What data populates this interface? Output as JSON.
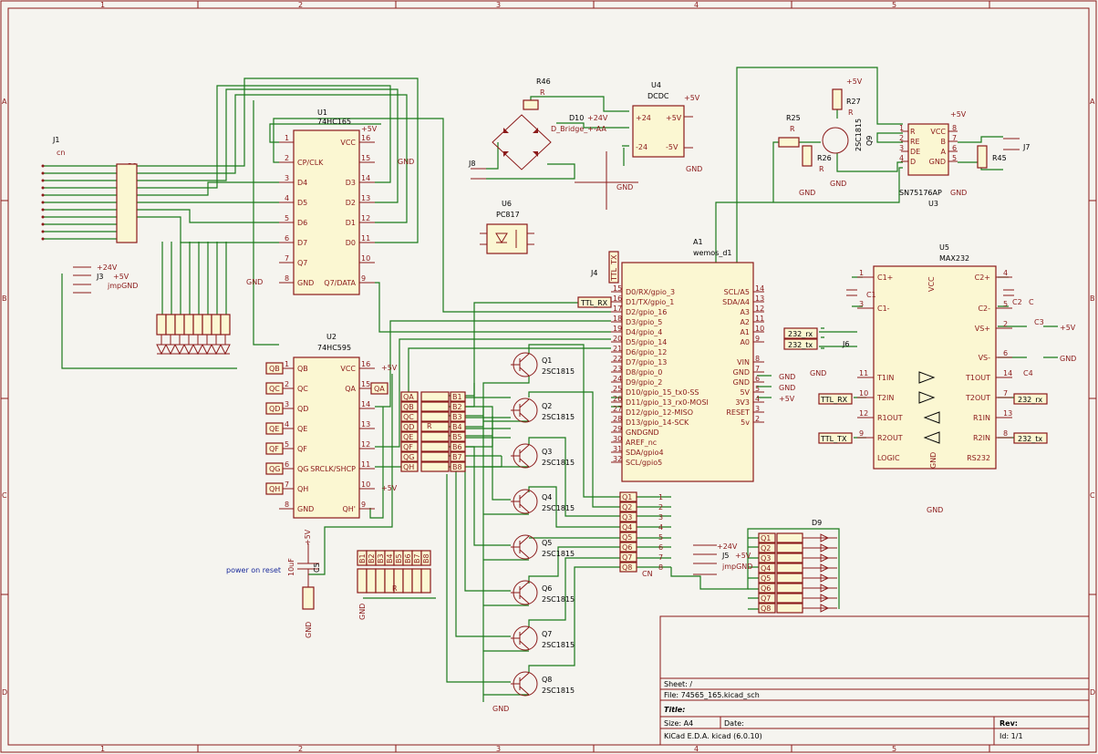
{
  "sheet": {
    "zones_cols": [
      "1",
      "2",
      "3",
      "4",
      "5"
    ],
    "zones_rows": [
      "A",
      "B",
      "C",
      "D"
    ]
  },
  "title_block": {
    "sheet_label": "Sheet: /",
    "file_label": "File: 74565_165.kicad_sch",
    "title_label": "Title:",
    "size_label": "Size: A4",
    "date_label": "Date:",
    "rev_label": "Rev:",
    "tool_label": "KiCad E.D.A.  kicad (6.0.10)",
    "id_label": "Id: 1/1"
  },
  "components": {
    "j1": {
      "ref": "J1",
      "value": "cn"
    },
    "j3": {
      "ref": "J3",
      "pins": [
        "+24V",
        "+5V",
        "jmpGND"
      ]
    },
    "j5": {
      "ref": "J5",
      "pins": [
        "+24V",
        "+5V",
        "jmpGND"
      ]
    },
    "j4": {
      "ref": "J4",
      "net": "TTL_TX"
    },
    "j8": {
      "ref": "J8"
    },
    "j7": {
      "ref": "J7"
    },
    "j6": {
      "ref": "J6",
      "nets": [
        "232_rx",
        "232_tx"
      ]
    },
    "u1": {
      "ref": "U1",
      "value": "74HC165",
      "left_pins": [
        "1",
        "2",
        "3",
        "4",
        "5",
        "6",
        "7",
        "8"
      ],
      "left_labels": [
        "",
        "CP/CLK",
        "D4",
        "D5",
        "D6",
        "D7",
        "Q7",
        "GND"
      ],
      "right_pins": [
        "16",
        "15",
        "14",
        "13",
        "12",
        "11",
        "10",
        "9"
      ],
      "right_labels": [
        "VCC",
        "",
        "D3",
        "D2",
        "D1",
        "D0",
        "",
        "Q7/DATA"
      ]
    },
    "u2": {
      "ref": "U2",
      "value": "74HC595",
      "left_labels": [
        "QB",
        "QC",
        "QD",
        "QE",
        "QF",
        "QG",
        "QH",
        "GND"
      ],
      "left_pins": [
        "1",
        "2",
        "3",
        "4",
        "5",
        "6",
        "7",
        "8"
      ],
      "right_labels": [
        "VCC",
        "QA",
        "",
        "",
        "",
        "SRCLK/SHCP",
        "",
        "QH'"
      ],
      "right_pins": [
        "16",
        "15",
        "14",
        "13",
        "12",
        "11",
        "10",
        "9"
      ],
      "net_tags": [
        "QB",
        "QC",
        "QD",
        "QE",
        "QF",
        "QG",
        "QH"
      ],
      "qa_tag": "QA"
    },
    "u4": {
      "ref": "U4",
      "value": "DCDC",
      "pins": [
        "+24",
        "+5V",
        "-24",
        "-5V"
      ]
    },
    "u6": {
      "ref": "U6",
      "value": "PC817"
    },
    "u3": {
      "ref": "U3",
      "value": "SN75176AP",
      "left": [
        "R",
        "RE",
        "DE",
        "D"
      ],
      "right": [
        "VCC",
        "B",
        "A",
        "GND"
      ]
    },
    "u5": {
      "ref": "U5",
      "value": "MAX232",
      "left": [
        "C1+",
        "C1-",
        "T1IN",
        "T2IN",
        "R1OUT",
        "R2OUT",
        "LOGIC"
      ],
      "right": [
        "C2+",
        "C2-",
        "VS+",
        "VS-",
        "T1OUT",
        "T2OUT",
        "R1IN",
        "R2IN",
        "RS232"
      ],
      "pin_vcc": "VCC",
      "pin_gnd": "GND"
    },
    "a1": {
      "ref": "A1",
      "value": "wemos_d1",
      "left": [
        "D0/RX/gpio_3",
        "D1/TX/gpio_1",
        "D2/gpio_16",
        "D3/gpio_5",
        "D4/gpio_4",
        "D5/gpio_14",
        "D6/gpio_12",
        "D7/gpio_13",
        "D8/gpio_0",
        "D9/gpio_2",
        "D10/gpio_15_tx0-SS",
        "D11/gpio_13_rx0-MOSI",
        "D12/gpio_12-MISO",
        "D13/gpio_14-SCK",
        "GNDGND",
        "AREF_nc",
        "SDA/gpio4",
        "SCL/gpio5"
      ],
      "right": [
        "SCL/A5",
        "SDA/A4",
        "A3",
        "A2",
        "A1",
        "A0",
        "",
        "VIN",
        "GND",
        "GND",
        "5V",
        "3V3",
        "RESET",
        "5v"
      ]
    },
    "transistors": [
      "Q1",
      "Q2",
      "Q3",
      "Q4",
      "Q5",
      "Q6",
      "Q7",
      "Q8"
    ],
    "transistor_value": "2SC1815",
    "q9": {
      "ref": "Q9",
      "value": "2SC1815"
    },
    "resistors": {
      "r46": {
        "ref": "R46",
        "value": "R"
      },
      "r25": {
        "ref": "R25",
        "value": "R"
      },
      "r26": {
        "ref": "R26",
        "value": "R"
      },
      "r27": {
        "ref": "R27",
        "value": "R"
      },
      "r45": {
        "ref": "R45"
      }
    },
    "d10": {
      "ref": "D10",
      "value": "D_Bridge_+-AA"
    },
    "d9": {
      "ref": "D9"
    },
    "c5": {
      "ref": "C5",
      "value": "10uF"
    },
    "b_bus": [
      "B1",
      "B2",
      "B3",
      "B4",
      "B5",
      "B6",
      "B7",
      "B8"
    ],
    "q_bus": [
      "Q1",
      "Q2",
      "Q3",
      "Q4",
      "Q5",
      "Q6",
      "Q7",
      "Q8"
    ],
    "qa_bus": [
      "QA",
      "QB",
      "QC",
      "QD",
      "QE",
      "QF",
      "QG",
      "QH"
    ],
    "cn_label": "CN",
    "r_array_label": "R",
    "rr_label": "R",
    "ttl_rx": "TTL_RX",
    "ttl_tx": "TTL_TX",
    "cap_labels": [
      "C1",
      "C2",
      "C3",
      "C4",
      "C"
    ]
  },
  "power": {
    "plus5": "+5V",
    "plus24": "+24V",
    "gnd": "GND"
  },
  "notes": {
    "power_on_reset": "power on reset"
  }
}
